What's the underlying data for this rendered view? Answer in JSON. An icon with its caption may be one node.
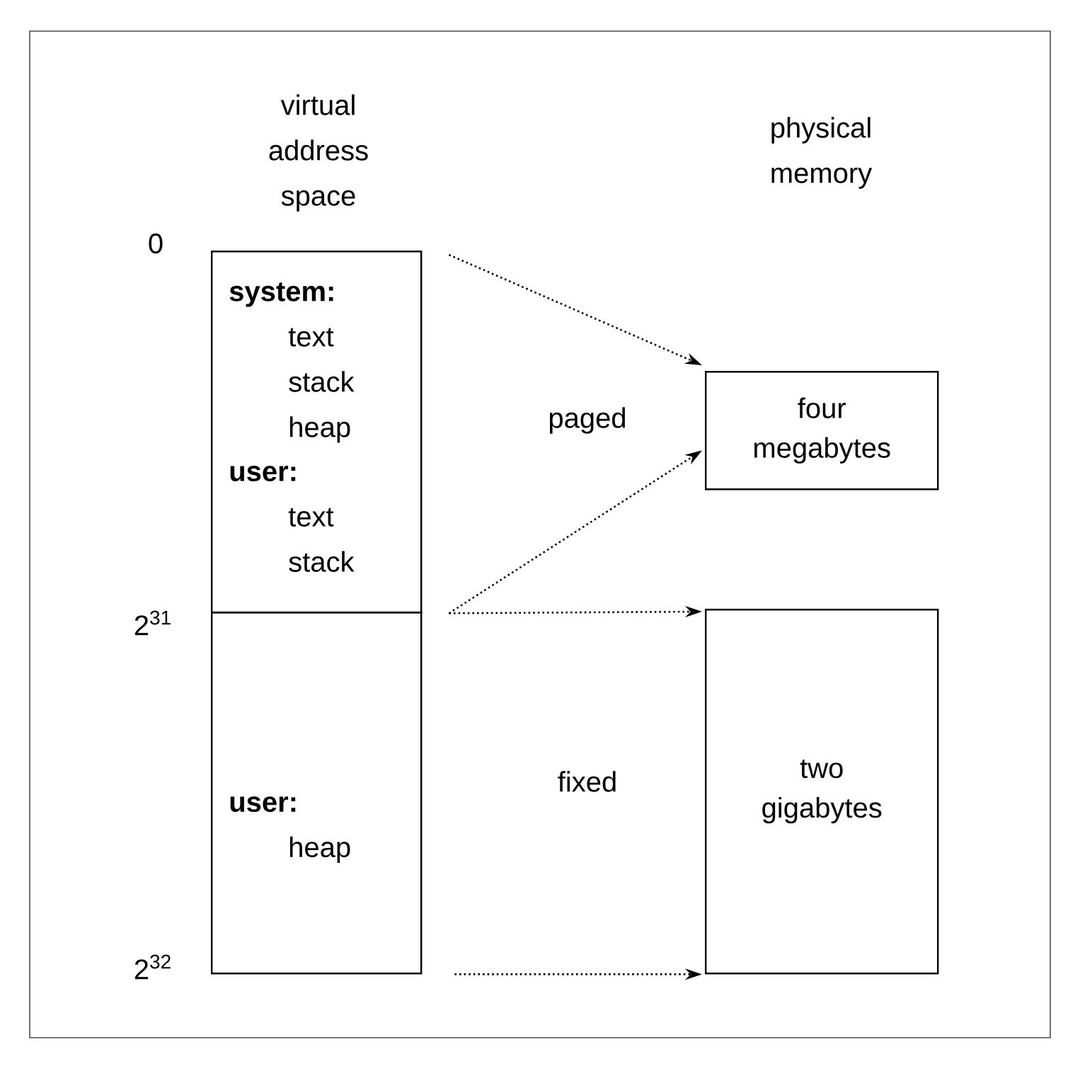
{
  "diagram": {
    "nodes": [
      {
        "text": [
          "system:",
          "text stack heap",
          "user:",
          "text stack"
        ]
      },
      {
        "text": [
          "user:",
          "heap"
        ]
      },
      {
        "text": [
          "four megabytes"
        ]
      },
      {
        "text": [
          "two gigabytes"
        ]
      }
    ],
    "edges": [
      {
        "from": 0,
        "to": 2,
        "arrow": "to",
        "style": "dashed"
      },
      {
        "from": 0,
        "to": 2,
        "arrow": "to",
        "style": "dashed"
      },
      {
        "from": 0,
        "to": 3,
        "arrow": "to",
        "style": "dashed"
      },
      {
        "from": 1,
        "to": 3,
        "arrow": "to",
        "style": "dashed"
      }
    ],
    "labels": [
      "virtual address space",
      "physical memory",
      "0",
      "2$^{31}$",
      "2$^{32}$",
      "paged",
      "fixed"
    ]
  }
}
